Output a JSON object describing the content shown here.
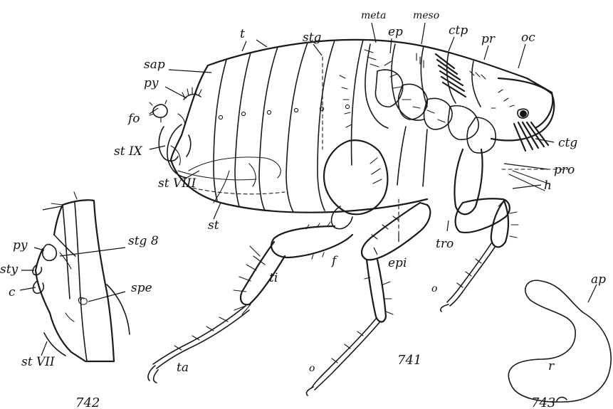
{
  "figure_numbers": {
    "fig_742": "742",
    "fig_741": "741",
    "fig_743": "743"
  },
  "labels_741": {
    "t": "t",
    "stg": "stg",
    "meta": "meta",
    "meso": "meso",
    "ep": "ep",
    "ctp": "ctp",
    "pr": "pr",
    "oc": "oc",
    "sap": "sap",
    "py": "py",
    "fo": "fo",
    "st_ix": "st IX",
    "st_viii": "st VIII",
    "st": "st",
    "ctg": "ctg",
    "pro": "pro",
    "h": "h",
    "f": "f",
    "ti": "ti",
    "epi": "epi",
    "tro": "tro",
    "ta": "ta",
    "o_mid": "o",
    "o_fore": "o"
  },
  "labels_742": {
    "py": "py",
    "stg8": "stg 8",
    "sty": "sty",
    "spe": "spe",
    "c": "c",
    "st_vii": "st VII"
  },
  "labels_743": {
    "ap": "ap",
    "r": "r"
  }
}
